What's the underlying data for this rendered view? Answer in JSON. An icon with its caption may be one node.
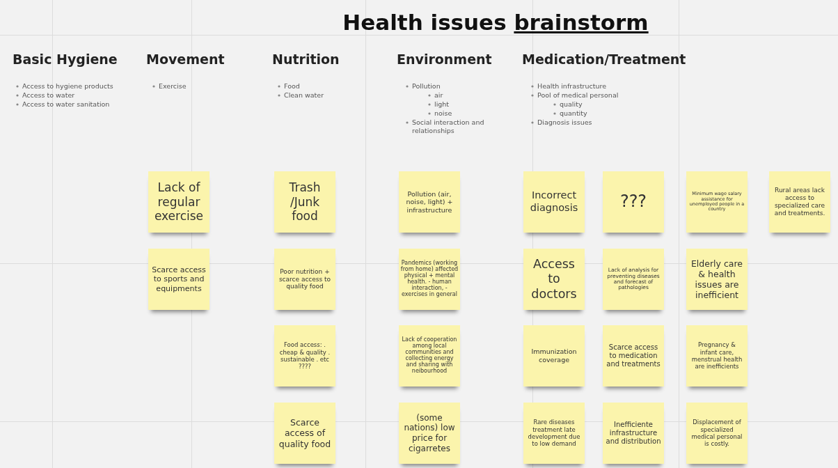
{
  "diagram": {
    "title": "Health issues brainstorm",
    "nodes": [
      {
        "text": [
          "Lack of regular exercise"
        ]
      },
      {
        "text": [
          "Scarce access to sports and equipments"
        ]
      },
      {
        "text": [
          "Trash /Junk food"
        ]
      },
      {
        "text": [
          "Poor nutrition + scarce access to quality food"
        ]
      },
      {
        "text": [
          "Food access: . cheap & quality . sustainable . etc ????"
        ]
      },
      {
        "text": [
          "Scarce access of quality food"
        ]
      },
      {
        "text": [
          "Pollution (air, noise, light) + infrastructure"
        ]
      },
      {
        "text": [
          "Pandemics (working from home) affected physical + mental health. - human interaction, - exercises in general"
        ]
      },
      {
        "text": [
          "Lack of cooperation among local communities and collecting energy and sharing with neibourhood"
        ]
      },
      {
        "text": [
          "(some nations) low price for cigarretes"
        ]
      },
      {
        "text": [
          "Incorrect diagnosis"
        ]
      },
      {
        "text": [
          "???"
        ]
      },
      {
        "text": [
          "Minimum wage salary assistance for unemployed people in a country"
        ]
      },
      {
        "text": [
          "Rural areas lack access to specialized care and treatments."
        ]
      },
      {
        "text": [
          "Access to doctors"
        ]
      },
      {
        "text": [
          "Lack of analysis for preventing diseases and forecast of pathologies"
        ]
      },
      {
        "text": [
          "Elderly care & health issues are inefficient"
        ]
      },
      {
        "text": [
          "Immunization coverage"
        ]
      },
      {
        "text": [
          "Scarce access to medication and treatments"
        ]
      },
      {
        "text": [
          "Pregnancy & infant care, menstrual health are inefficients"
        ]
      },
      {
        "text": [
          "Rare diseases treatment late development due to low demand"
        ]
      },
      {
        "text": [
          "Inefficiente infrastructure and distribution"
        ]
      },
      {
        "text": [
          "Displacement of specialized medical personal is costly."
        ]
      }
    ],
    "labels": [
      "Basic Hygiene",
      "Movement",
      "Nutrition",
      "Environment",
      "Medication/Treatment",
      "Access to hygiene products",
      "Access to water",
      "Access to water sanitation",
      "Exercise",
      "Food",
      "Clean water",
      "Pollution",
      "air",
      "light",
      "noise",
      "Social interaction and relationships",
      "Health infrastructure",
      "Pool of medical personal",
      "quality",
      "quantity",
      "Diagnosis issues"
    ]
  }
}
